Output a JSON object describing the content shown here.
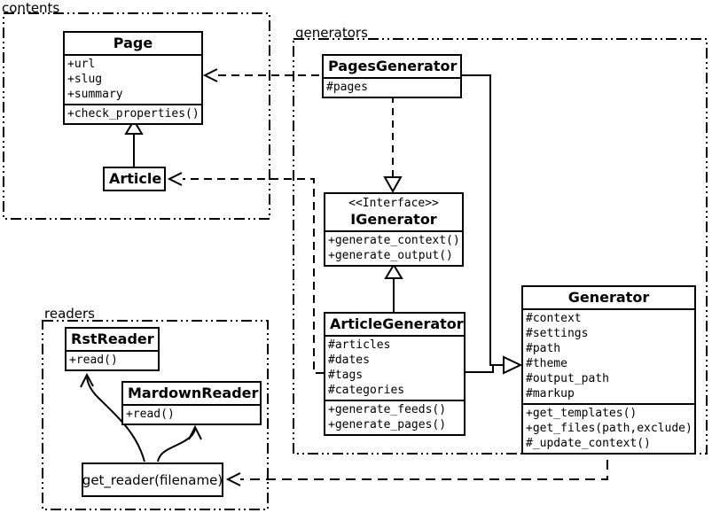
{
  "packages": {
    "contents": {
      "label": "contents"
    },
    "generators": {
      "label": "generators"
    },
    "readers": {
      "label": "readers"
    }
  },
  "classes": {
    "page": {
      "title": "Page",
      "attributes": [
        "+url",
        "+slug",
        "+summary"
      ],
      "methods": [
        "+check_properties()"
      ]
    },
    "article": {
      "title": "Article"
    },
    "pages_generator": {
      "title": "PagesGenerator",
      "attributes": [
        "#pages"
      ]
    },
    "igenerator": {
      "stereotype": "<<Interface>>",
      "title": "IGenerator",
      "methods": [
        "+generate_context()",
        "+generate_output()"
      ]
    },
    "article_generator": {
      "title": "ArticleGenerator",
      "attributes": [
        "#articles",
        "#dates",
        "#tags",
        "#categories"
      ],
      "methods": [
        "+generate_feeds()",
        "+generate_pages()"
      ]
    },
    "generator": {
      "title": "Generator",
      "attributes": [
        "#context",
        "#settings",
        "#path",
        "#theme",
        "#output_path",
        "#markup"
      ],
      "methods": [
        "+get_templates()",
        "+get_files(path,exclude)",
        "#_update_context()"
      ]
    },
    "rst_reader": {
      "title": "RstReader",
      "methods": [
        "+read()"
      ]
    },
    "mardown_reader": {
      "title": "MardownReader",
      "methods": [
        "+read()"
      ]
    }
  },
  "functions": {
    "get_reader": {
      "label": "get_reader(filename)"
    }
  },
  "colors": {
    "line": "#000000",
    "background": "#ffffff"
  }
}
